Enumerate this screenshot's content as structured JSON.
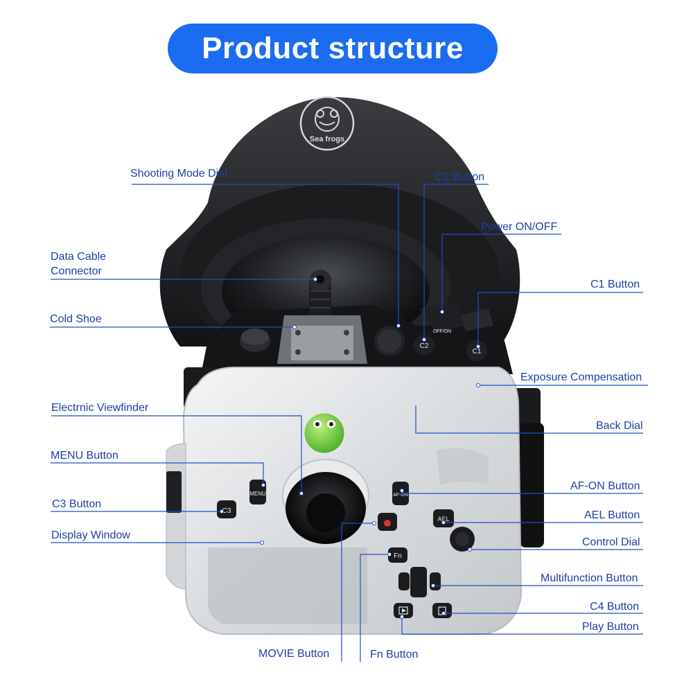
{
  "title": "Product structure",
  "brand": {
    "logo_text": "Sea frogs",
    "logo_icon": "frog-face-icon"
  },
  "colors": {
    "accent": "#1a6cf0",
    "label_text": "#1b3fa8",
    "leader_line": "#1f4fbf"
  },
  "labels": {
    "shooting_mode_dial": "Shooting Mode Dial",
    "c2_button": "C2 Button",
    "power_on_off": "Power ON/OFF",
    "data_cable_connector_1": "Data Cable",
    "data_cable_connector_2": "Connector",
    "c1_button": "C1 Button",
    "cold_shoe": "Cold Shoe",
    "exposure_compensation": "Exposure Compensation",
    "electronic_viewfinder": "Electrnic Viewfinder",
    "back_dial": "Back Dial",
    "menu_button": "MENU Button",
    "af_on_button": "AF-ON Button",
    "c3_button": "C3 Button",
    "ael_button": "AEL Button",
    "display_window": "Display Window",
    "control_dial": "Control Dial",
    "multifunction_button": "Multifunction Button",
    "c4_button": "C4 Button",
    "play_button": "Play Button",
    "movie_button": "MOVIE Button",
    "fn_button": "Fn Button"
  },
  "button_marks": {
    "c1": "C1",
    "c2": "C2",
    "c3": "C3",
    "off_on": "OFF/ON",
    "ael": "AEL",
    "fn": "Fn",
    "menu": "MENU",
    "af_on": "AF-ON"
  }
}
